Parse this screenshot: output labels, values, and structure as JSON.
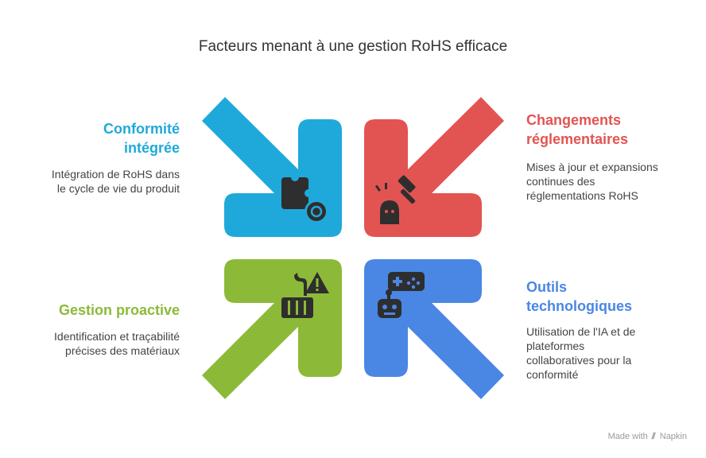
{
  "title": "Facteurs menant à une gestion RoHS efficace",
  "factors": [
    {
      "heading_lines": [
        "Conformité",
        "intégrée"
      ],
      "desc_lines": [
        "Intégration de RoHS dans",
        "le cycle de vie du produit"
      ],
      "color": "#1FA9DA",
      "icon": "puzzle-gear-icon"
    },
    {
      "heading_lines": [
        "Changements",
        "réglementaires"
      ],
      "desc_lines": [
        "Mises à jour et expansions",
        "continues des",
        "réglementations RoHS"
      ],
      "color": "#E25452",
      "icon": "gavel-icon"
    },
    {
      "heading_lines": [
        "Gestion proactive"
      ],
      "desc_lines": [
        "Identification et traçabilité",
        "précises des matériaux"
      ],
      "color": "#8CBA38",
      "icon": "hook-warning-icon"
    },
    {
      "heading_lines": [
        "Outils",
        "technologiques"
      ],
      "desc_lines": [
        "Utilisation de l'IA et de",
        "plateformes",
        "collaboratives pour la",
        "conformité"
      ],
      "color": "#4A86E4",
      "icon": "robot-gamepad-icon"
    }
  ],
  "credit": {
    "made_with": "Made with",
    "brand": "Napkin"
  }
}
